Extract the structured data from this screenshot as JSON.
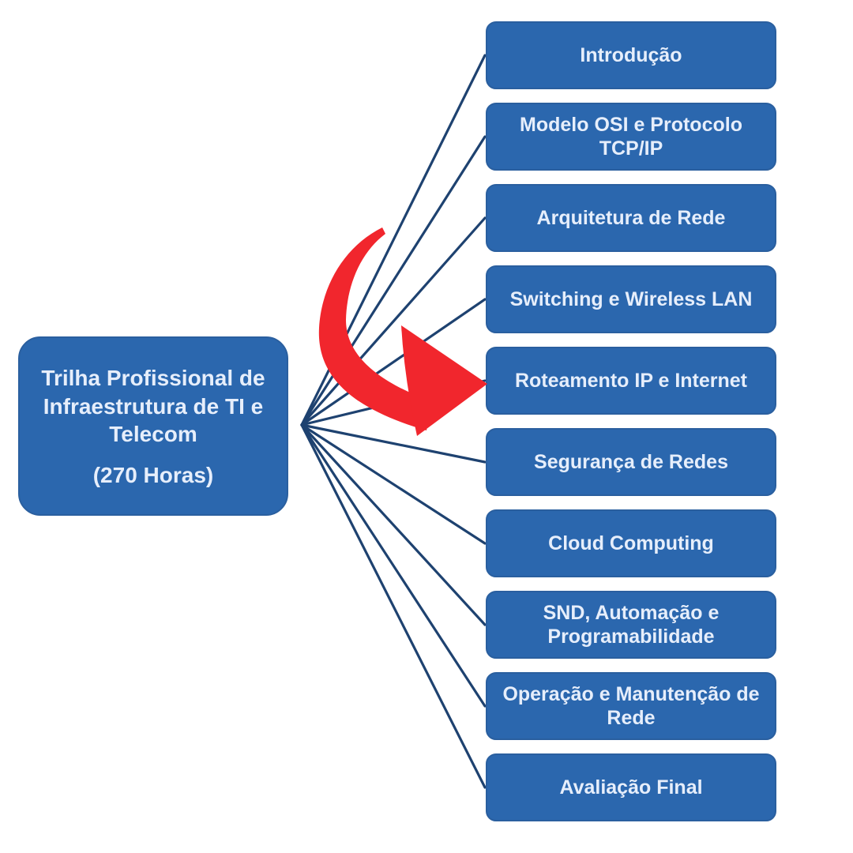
{
  "main_node": {
    "label": "Trilha Profissional de Infraestrutura de TI e Telecom",
    "hours": "(270 Horas)"
  },
  "modules": [
    {
      "label": "Introdução"
    },
    {
      "label": "Modelo OSI e Protocolo TCP/IP"
    },
    {
      "label": "Arquitetura de Rede"
    },
    {
      "label": "Switching e Wireless LAN"
    },
    {
      "label": "Roteamento IP e Internet",
      "highlighted": true
    },
    {
      "label": "Segurança de Redes"
    },
    {
      "label": "Cloud Computing"
    },
    {
      "label": "SND, Automação e Programabilidade"
    },
    {
      "label": "Operação e Manutenção de Rede"
    },
    {
      "label": "Avaliação Final"
    }
  ],
  "annotations": {
    "red_arrow_points_to": "Roteamento IP e Internet"
  },
  "colors": {
    "node_fill": "#2b67ae",
    "node_border": "#2a5f9f",
    "node_text": "#e6eefb",
    "connector": "#1e4270",
    "arrow_red": "#f1262d",
    "background": "#ffffff"
  }
}
